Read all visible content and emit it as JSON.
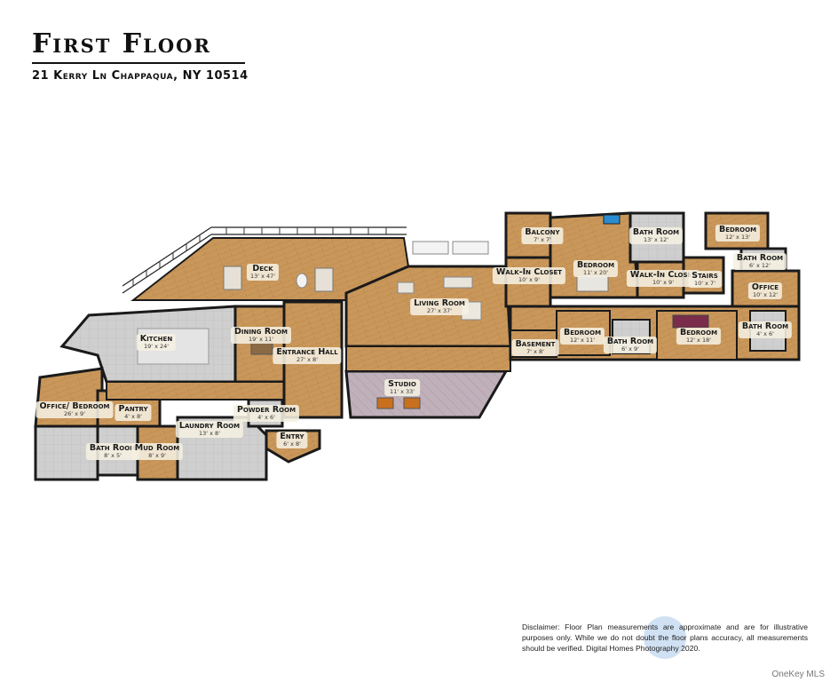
{
  "header": {
    "title": "First Floor",
    "address": "21 Kerry Ln Chappaqua, NY 10514"
  },
  "rooms": [
    {
      "id": "deck",
      "name": "Deck",
      "dims": "13' x 47'"
    },
    {
      "id": "kitchen",
      "name": "Kitchen",
      "dims": "19' x 24'"
    },
    {
      "id": "dining",
      "name": "Dining Room",
      "dims": "19' x 11'"
    },
    {
      "id": "living",
      "name": "Living Room",
      "dims": "27' x 37'"
    },
    {
      "id": "entrance",
      "name": "Entrance Hall",
      "dims": "27' x 8'"
    },
    {
      "id": "studio",
      "name": "Studio",
      "dims": "11' x 33'"
    },
    {
      "id": "office_bed",
      "name": "Office/ Bedroom",
      "dims": "26' x 9'"
    },
    {
      "id": "pantry",
      "name": "Pantry",
      "dims": "4' x 8'"
    },
    {
      "id": "laundry",
      "name": "Laundry Room",
      "dims": "13' x 8'"
    },
    {
      "id": "powder",
      "name": "Powder Room",
      "dims": "4' x 6'"
    },
    {
      "id": "entry",
      "name": "Entry",
      "dims": "6' x 8'"
    },
    {
      "id": "bath1",
      "name": "Bath Room",
      "dims": "8' x 5'"
    },
    {
      "id": "mud",
      "name": "Mud Room",
      "dims": "8' x 9'"
    },
    {
      "id": "balcony",
      "name": "Balcony",
      "dims": "7' x 7'"
    },
    {
      "id": "walkin1",
      "name": "Walk-In Closet",
      "dims": "10' x 9'"
    },
    {
      "id": "bedroom_main",
      "name": "Bedroom",
      "dims": "11' x 20'"
    },
    {
      "id": "bath2",
      "name": "Bath Room",
      "dims": "13' x 12'"
    },
    {
      "id": "walkin2",
      "name": "Walk-In Closet",
      "dims": "10' x 9'"
    },
    {
      "id": "stairs",
      "name": "Stairs",
      "dims": "10' x 7'"
    },
    {
      "id": "bedroom_ne",
      "name": "Bedroom",
      "dims": "12' x 13'"
    },
    {
      "id": "bath3",
      "name": "Bath Room",
      "dims": "6' x 12'"
    },
    {
      "id": "office",
      "name": "Office",
      "dims": "10' x 12'"
    },
    {
      "id": "basement",
      "name": "Basement",
      "dims": "7' x 8'"
    },
    {
      "id": "bedroom_s1",
      "name": "Bedroom",
      "dims": "12' x 11'"
    },
    {
      "id": "bath4",
      "name": "Bath Room",
      "dims": "6' x 9'"
    },
    {
      "id": "bedroom_s2",
      "name": "Bedroom",
      "dims": "12' x 18'"
    },
    {
      "id": "bath5",
      "name": "Bath Room",
      "dims": "4' x 6'"
    }
  ],
  "disclaimer": "Disclaimer: Floor Plan measurements are approximate and are for illustrative purposes only. While we do not doubt the floor plans accuracy, all measurements should be verified. Digital Homes Photography 2020.",
  "credit": "OneKey MLS",
  "colors": {
    "wood": "#c9975a",
    "wall": "#1a1a1a",
    "tile": "#c8c8c8",
    "studio_floor": "#b9a6b2",
    "rug": "#d9d2c4"
  }
}
